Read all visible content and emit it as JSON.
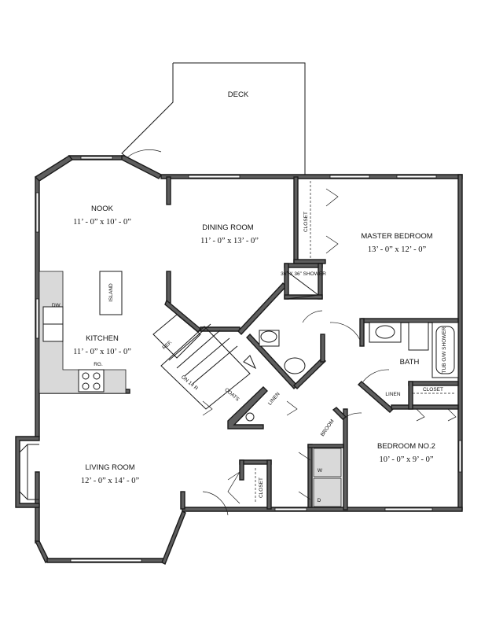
{
  "rooms": {
    "deck": {
      "label": "DECK"
    },
    "nook": {
      "label": "NOOK",
      "dims": "11’ - 0” x 10’ - 0”"
    },
    "dining": {
      "label": "DINING ROOM",
      "dims": "11’ - 0” x 13’ - 0”"
    },
    "master": {
      "label": "MASTER BEDROOM",
      "dims": "13’ - 0” x 12’ - 0”"
    },
    "kitchen": {
      "label": "KITCHEN",
      "dims": "11’ - 0” x 10’ - 0”"
    },
    "bath": {
      "label": "BATH"
    },
    "bedroom2": {
      "label": "BEDROOM No.2",
      "dims": "10’ - 0” x 9’ - 0”"
    },
    "living": {
      "label": "LIVING ROOM",
      "dims": "12’ - 0” x 14’ - 0”"
    }
  },
  "fixtures": {
    "closet": "CLOSET",
    "shower": "36” x 36” SHOWER",
    "island": "ISLAND",
    "dw": "DW.",
    "ref": "REF.",
    "rg": "RG.",
    "tub": "TUB o/w SHOWER",
    "linen": "LINEN",
    "coats": "COATS",
    "stairs": "ON 14 R",
    "broom": "BROOM",
    "washer": "W",
    "dryer": "D"
  }
}
